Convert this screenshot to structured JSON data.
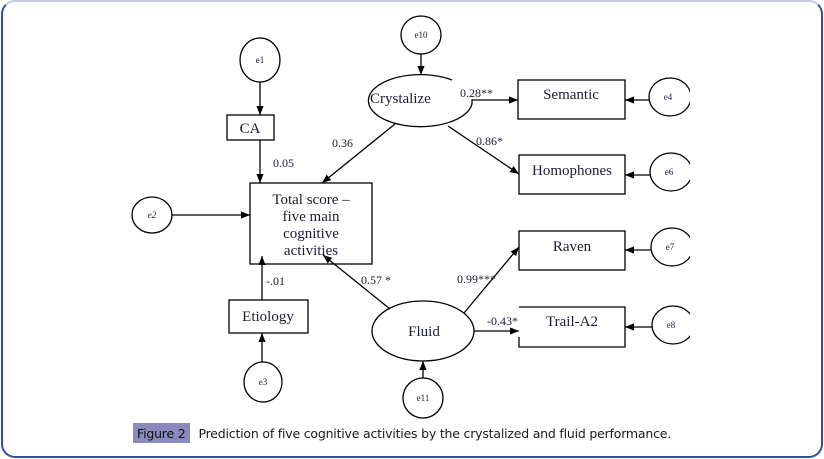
{
  "figure": {
    "badge": "Figure 2",
    "caption": "Prediction of five cognitive activities by the crystalized and fluid performance."
  },
  "nodes": {
    "ca": "CA",
    "total_line1": "Total score –",
    "total_line2": "five main",
    "total_line3": "cognitive",
    "total_line4": "activities",
    "etiology": "Etiology",
    "crystalize": "Crystalize",
    "fluid": "Fluid",
    "semantic": "Semantic",
    "homophones": "Homophones",
    "raven": "Raven",
    "trail": "Trail-A2"
  },
  "errors": {
    "e1": "e1",
    "e2": "e2",
    "e3": "e3",
    "e4": "e4",
    "e6": "e6",
    "e7": "e7",
    "e8": "e8",
    "e10": "e10",
    "e11": "e11"
  },
  "paths": {
    "ca_total": "0.05",
    "cryst_total": "0.36",
    "etiology_total": "-.01",
    "fluid_total": "0.57 *",
    "cryst_semantic": "0.28**",
    "cryst_homophones": "0.86*",
    "fluid_raven": "0.99***",
    "fluid_trail": "-0.43*"
  },
  "colors": {
    "frame": "#2f4f9a",
    "badge": "#8a8abf",
    "text": "#1c1c3a"
  }
}
